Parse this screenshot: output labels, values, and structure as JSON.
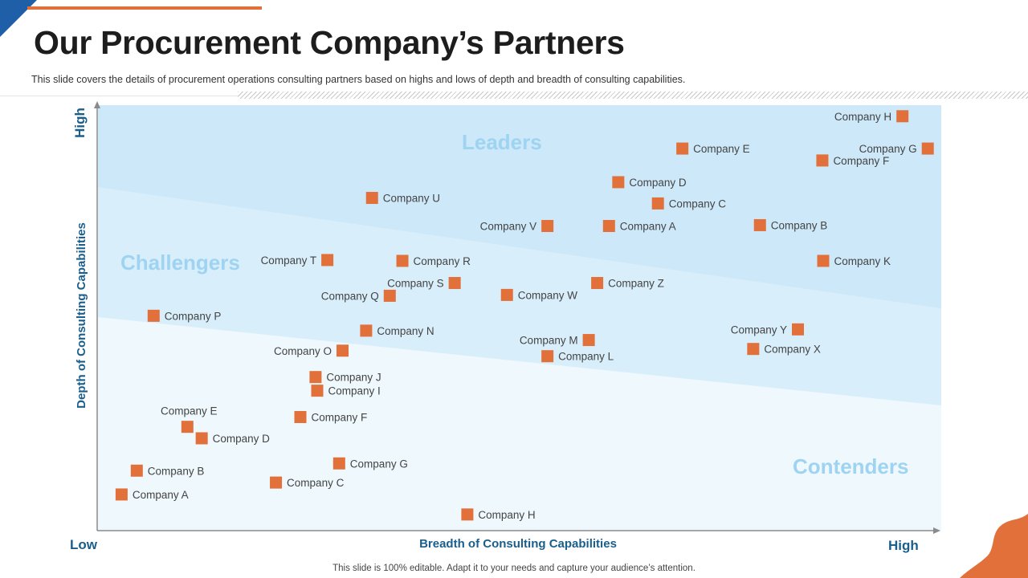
{
  "slide": {
    "title": "Our Procurement Company’s Partners",
    "subtitle": "This slide covers the details of procurement operations consulting partners based on highs and lows of depth and breadth of consulting capabilities.",
    "footer": "This slide is 100% editable. Adapt it to your needs and capture your audience’s attention."
  },
  "colors": {
    "accent": "#e2703a",
    "brand_blue": "#1f5fa8",
    "axis_label": "#1a5e8c",
    "zone_leaders": "#cde8f8",
    "zone_challengers": "#d8eefb",
    "zone_contenders": "#eef8fd",
    "zone_label": "#9fd3f2"
  },
  "chart_data": {
    "type": "scatter",
    "xlabel": "Breadth of Consulting Capabilities",
    "ylabel": "Depth of Consulting Capabilities",
    "x_low_label": "Low",
    "x_high_label": "High",
    "y_high_label": "High",
    "xlim": [
      0,
      100
    ],
    "ylim": [
      0,
      100
    ],
    "grid": false,
    "legend": "none",
    "zones": [
      {
        "name": "Leaders"
      },
      {
        "name": "Challengers"
      },
      {
        "name": "Contenders"
      }
    ],
    "points": [
      {
        "label": "Company H",
        "x": 95.4,
        "y": 97.4
      },
      {
        "label": "Company E",
        "x": 69.3,
        "y": 89.8
      },
      {
        "label": "Company G",
        "x": 98.4,
        "y": 89.8
      },
      {
        "label": "Company F",
        "x": 85.9,
        "y": 87.0
      },
      {
        "label": "Company D",
        "x": 61.7,
        "y": 81.9
      },
      {
        "label": "Company U",
        "x": 32.5,
        "y": 78.2
      },
      {
        "label": "Company C",
        "x": 66.4,
        "y": 76.9
      },
      {
        "label": "Company V",
        "x": 53.3,
        "y": 71.6
      },
      {
        "label": "Company A",
        "x": 60.6,
        "y": 71.6
      },
      {
        "label": "Company B",
        "x": 78.5,
        "y": 71.8
      },
      {
        "label": "Company T",
        "x": 27.2,
        "y": 63.6
      },
      {
        "label": "Company R",
        "x": 36.1,
        "y": 63.4
      },
      {
        "label": "Company K",
        "x": 86.0,
        "y": 63.4
      },
      {
        "label": "Company S",
        "x": 42.3,
        "y": 58.2
      },
      {
        "label": "Company Z",
        "x": 59.2,
        "y": 58.2
      },
      {
        "label": "Company Q",
        "x": 34.6,
        "y": 55.2
      },
      {
        "label": "Company W",
        "x": 48.5,
        "y": 55.4
      },
      {
        "label": "Company P",
        "x": 6.6,
        "y": 50.5
      },
      {
        "label": "Company N",
        "x": 31.8,
        "y": 47.0
      },
      {
        "label": "Company Y",
        "x": 83.0,
        "y": 47.3
      },
      {
        "label": "Company M",
        "x": 58.2,
        "y": 44.8
      },
      {
        "label": "Company X",
        "x": 77.7,
        "y": 42.7
      },
      {
        "label": "Company O",
        "x": 29.0,
        "y": 42.3
      },
      {
        "label": "Company L",
        "x": 53.3,
        "y": 41.0
      },
      {
        "label": "Company J",
        "x": 25.8,
        "y": 36.1
      },
      {
        "label": "Company I",
        "x": 26.0,
        "y": 32.9
      },
      {
        "label": "Company E",
        "x": 10.6,
        "y": 24.4
      },
      {
        "label": "Company F",
        "x": 24.0,
        "y": 26.7
      },
      {
        "label": "Company D",
        "x": 12.3,
        "y": 21.7
      },
      {
        "label": "Company G",
        "x": 28.6,
        "y": 15.8
      },
      {
        "label": "Company B",
        "x": 4.6,
        "y": 14.1
      },
      {
        "label": "Company C",
        "x": 21.1,
        "y": 11.3
      },
      {
        "label": "Company A",
        "x": 2.8,
        "y": 8.5
      },
      {
        "label": "Company H",
        "x": 43.8,
        "y": 3.8
      }
    ]
  }
}
